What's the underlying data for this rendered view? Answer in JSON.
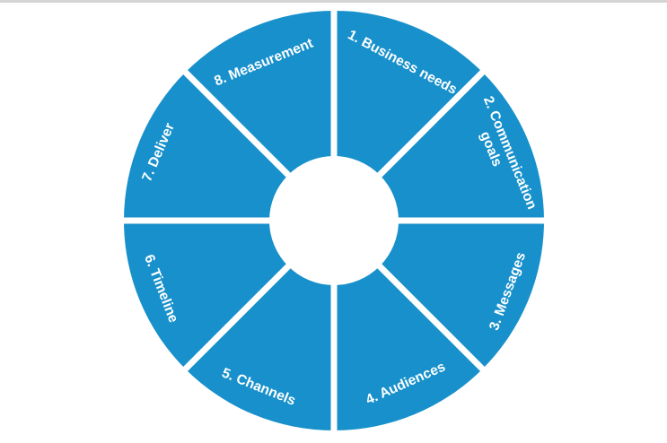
{
  "diagram": {
    "segments": [
      {
        "label": "1. Business needs"
      },
      {
        "label": "2. Communication",
        "label2": "goals"
      },
      {
        "label": "3. Messages"
      },
      {
        "label": "4. Audiences"
      },
      {
        "label": "5. Channels"
      },
      {
        "label": "6. Timeline"
      },
      {
        "label": "7. Deliver"
      },
      {
        "label": "8. Measurement"
      }
    ],
    "colors": {
      "segment_fill": "#1790cb",
      "gap": "#ffffff",
      "label": "#ffffff",
      "top_border": "#d4d4d4"
    }
  }
}
